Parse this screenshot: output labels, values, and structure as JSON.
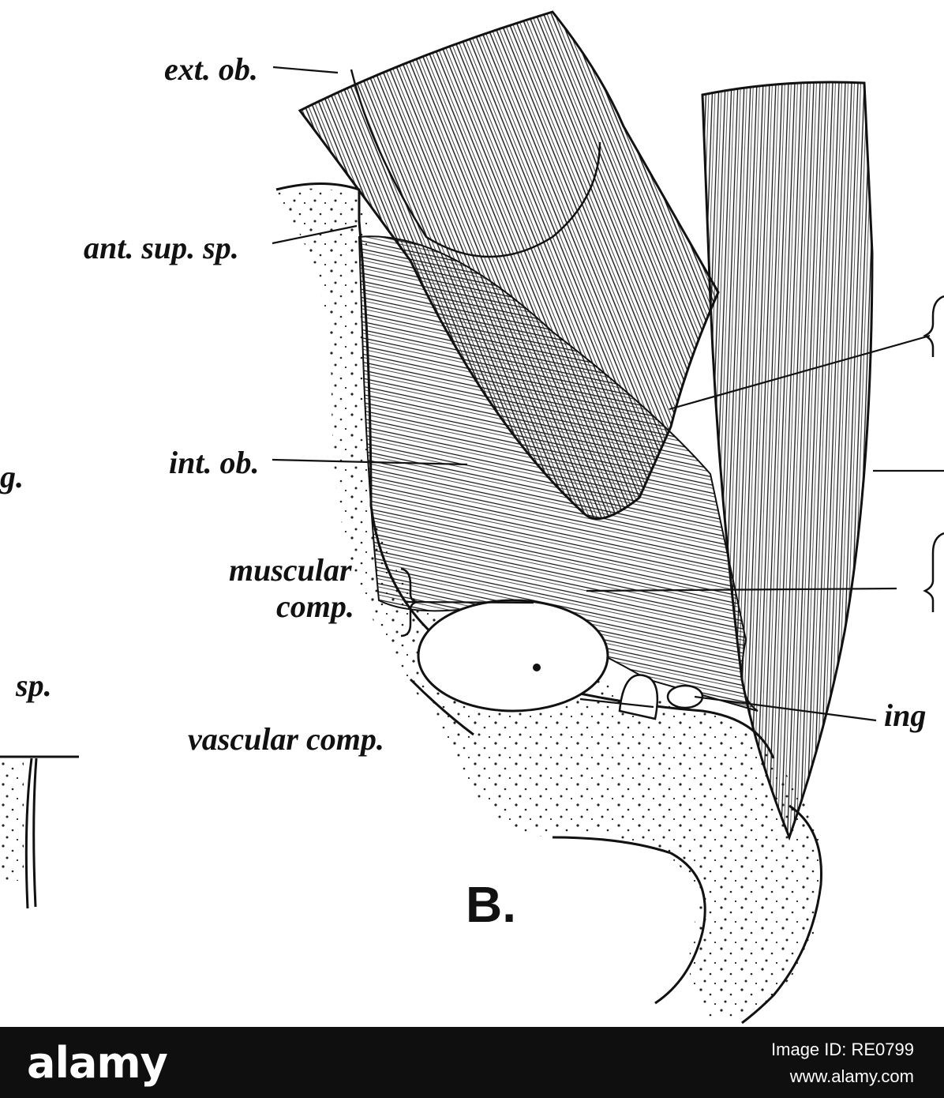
{
  "figure": {
    "panel_letter": "B.",
    "labels": {
      "ext_ob": "ext. ob.",
      "ant_sup_sp": "ant. sup. sp.",
      "int_ob": "int. ob.",
      "muscular_comp_1": "muscular",
      "muscular_comp_2": "comp.",
      "vascular_comp": "vascular comp.",
      "ing": "ing",
      "left_g": "g.",
      "left_sp": "sp."
    }
  },
  "watermark": {
    "logo": "alamy",
    "image_id": "Image ID: RE0799",
    "site": "www.alamy.com"
  }
}
